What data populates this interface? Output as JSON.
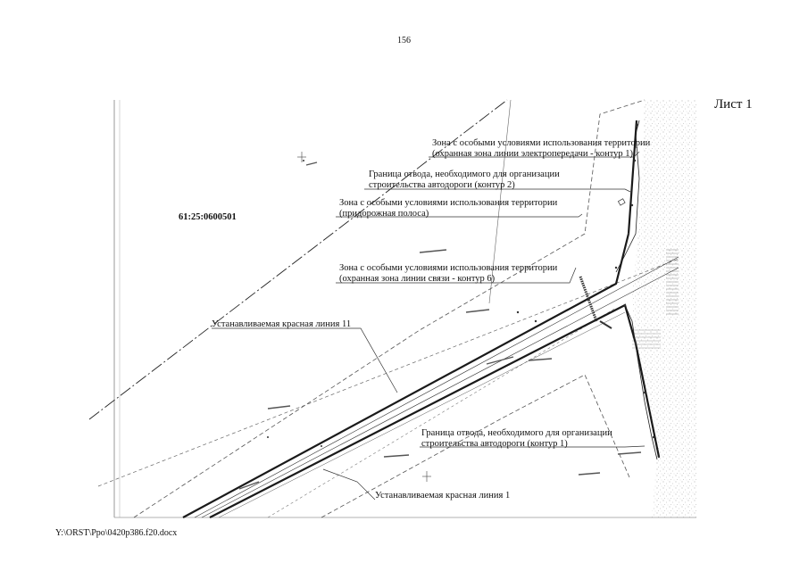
{
  "page_number": "156",
  "sheet_label": "Лист 1",
  "footer_path": "Y:\\ORST\\Ppo\\0420p386.f20.docx",
  "cadastral_block": "61:25:0600501",
  "labels": {
    "zone_power_line_l1": "Зона с особыми условиями использования территории",
    "zone_power_line_l2": "(охранная зона линии электропередачи - контур 1)",
    "allotment_2_l1": "Граница отвода, необходимого для организации",
    "allotment_2_l2": "строительства автодороги (контур 2)",
    "zone_roadside_l1": "Зона с особыми условиями использования территории",
    "zone_roadside_l2": "(придорожная полоса)",
    "zone_comm_line_l1": "Зона с особыми условиями использования территории",
    "zone_comm_line_l2": "(охранная зона линии связи - контур 6)",
    "red_line_11": "Устанавливаемая красная линия 11",
    "allotment_1_l1": "Граница отвода, необходимого для организации",
    "allotment_1_l2": "строительства автодороги (контур 1)",
    "red_line_1": "Устанавливаемая красная линия 1"
  },
  "colors": {
    "line": "#1a1a1a",
    "dashed": "#555555",
    "hatch": "#9a9a9a",
    "leader": "#333333"
  }
}
